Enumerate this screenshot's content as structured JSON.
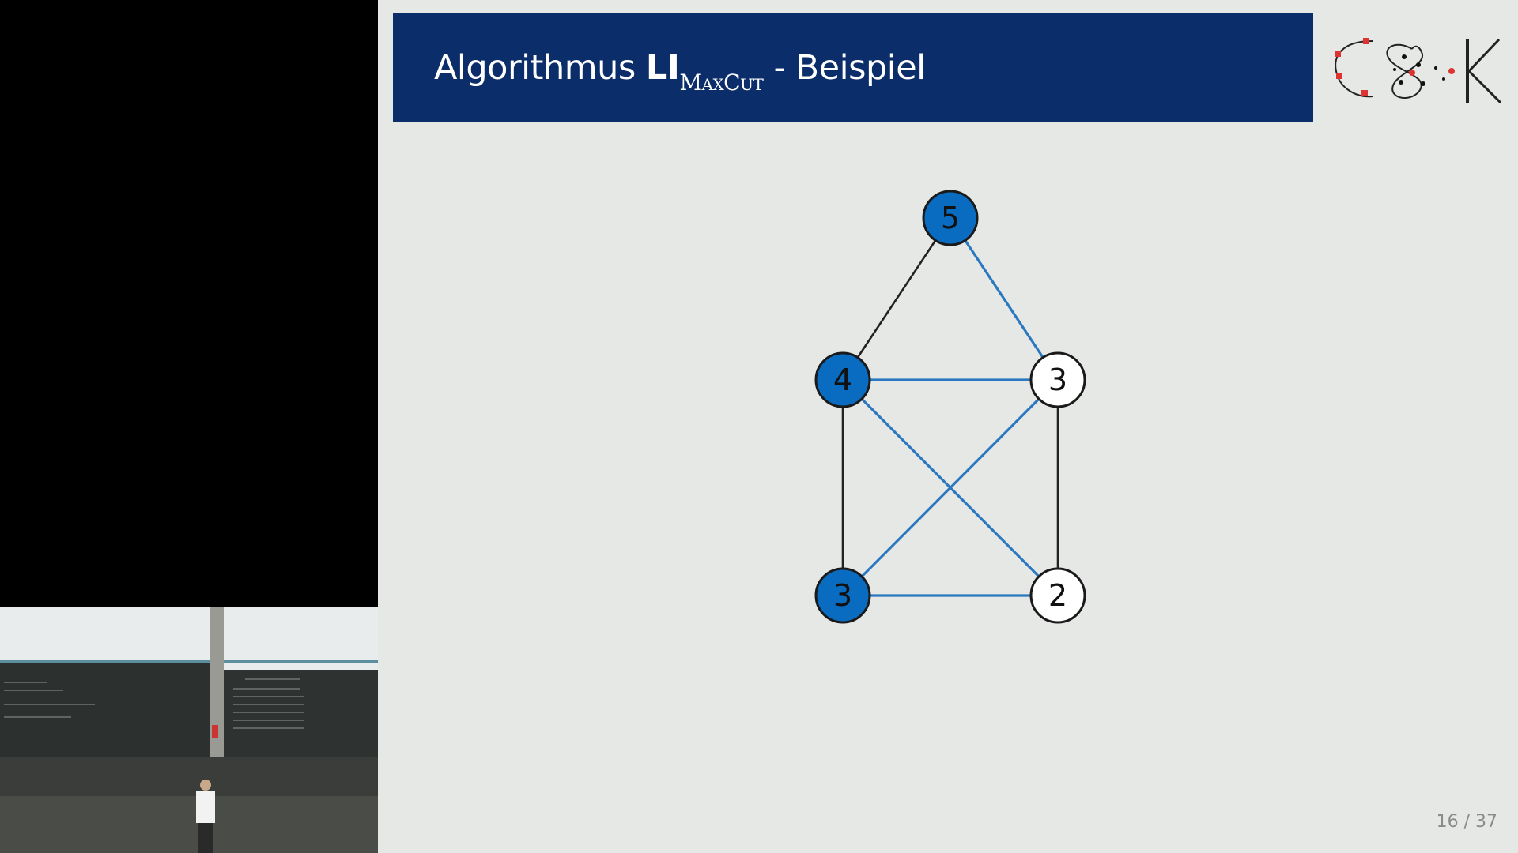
{
  "slide": {
    "title_main": "Algorithmus ",
    "title_bold": "LI",
    "title_sub": "MaxCut",
    "title_rest": " - Beispiel",
    "page_current": "16",
    "page_total": "37"
  },
  "colors": {
    "title_bg": "#0b2d6a",
    "slide_bg": "#e6e8e6",
    "node_selected": "#0a6cc0",
    "node_unselected": "#ffffff",
    "edge_cut": "#2b78c0",
    "edge_uncut": "#222222"
  },
  "graph": {
    "nodes": [
      {
        "id": "top",
        "label": "5",
        "selected": true
      },
      {
        "id": "mid-left",
        "label": "4",
        "selected": true
      },
      {
        "id": "mid-right",
        "label": "3",
        "selected": false
      },
      {
        "id": "bottom-left",
        "label": "3",
        "selected": true
      },
      {
        "id": "bottom-right",
        "label": "2",
        "selected": false
      }
    ],
    "edges": [
      {
        "from": "top",
        "to": "mid-left",
        "cut": false
      },
      {
        "from": "top",
        "to": "mid-right",
        "cut": true
      },
      {
        "from": "mid-left",
        "to": "mid-right",
        "cut": true
      },
      {
        "from": "mid-left",
        "to": "bottom-left",
        "cut": false
      },
      {
        "from": "mid-left",
        "to": "bottom-right",
        "cut": true
      },
      {
        "from": "mid-right",
        "to": "bottom-left",
        "cut": true
      },
      {
        "from": "mid-right",
        "to": "bottom-right",
        "cut": false
      },
      {
        "from": "bottom-left",
        "to": "bottom-right",
        "cut": true
      }
    ]
  }
}
